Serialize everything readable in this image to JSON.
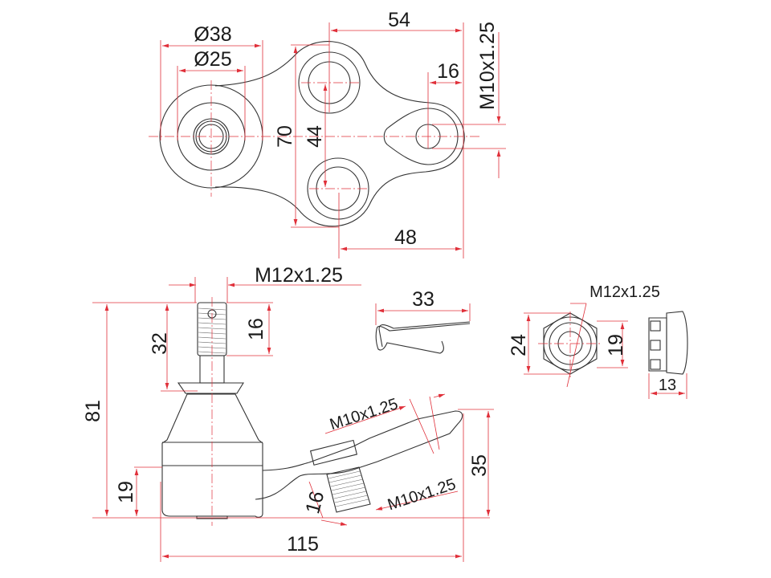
{
  "drawing": {
    "top_view": {
      "outer_diameter": "Ø38",
      "inner_diameter": "Ø25",
      "hole_spacing_horizontal": "54",
      "hole_offset_small": "16",
      "thread_right": "M10x1.25",
      "height_total": "70",
      "hole_spacing_vertical": "44",
      "lower_offset": "48"
    },
    "side_view": {
      "stud_thread": "M12x1.25",
      "total_height": "81",
      "stud_length": "32",
      "thread_length": "16",
      "base_height": "19",
      "overall_length": "115",
      "arm_height": "35",
      "arm_thread_upper": "M10x1.25",
      "arm_thread_lower": "M10x1.25",
      "arm_thread_length": "16"
    },
    "cotter_pin": {
      "length": "33"
    },
    "castle_nut": {
      "thread": "M12x1.25",
      "across_corners": "24",
      "across_flats": "19",
      "height": "13"
    },
    "colors": {
      "outline": "#333333",
      "dimension": "#e0303a"
    }
  }
}
